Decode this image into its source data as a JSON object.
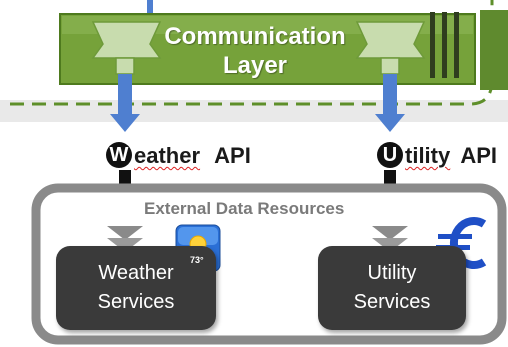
{
  "communication_layer": {
    "line1": "Communication",
    "line2": "Layer"
  },
  "apis": {
    "weather": {
      "initial": "W",
      "rest": "eather",
      "suffix": "API"
    },
    "utility": {
      "initial": "U",
      "rest": "tility",
      "suffix": "API"
    }
  },
  "external_resources": {
    "title": "External Data Resources"
  },
  "services": {
    "weather": {
      "line1": "Weather",
      "line2": "Services",
      "icon_temp": "73°"
    },
    "utility": {
      "line1": "Utility",
      "line2": "Services"
    }
  },
  "colors": {
    "green_bar": "#76a23a",
    "green_dark": "#4e7a1e",
    "funnel_fill": "#c8dcae",
    "blue_arrow": "#4f7fd0",
    "service_box": "#3a3a3a",
    "euro_blue": "#1f4fc6"
  }
}
